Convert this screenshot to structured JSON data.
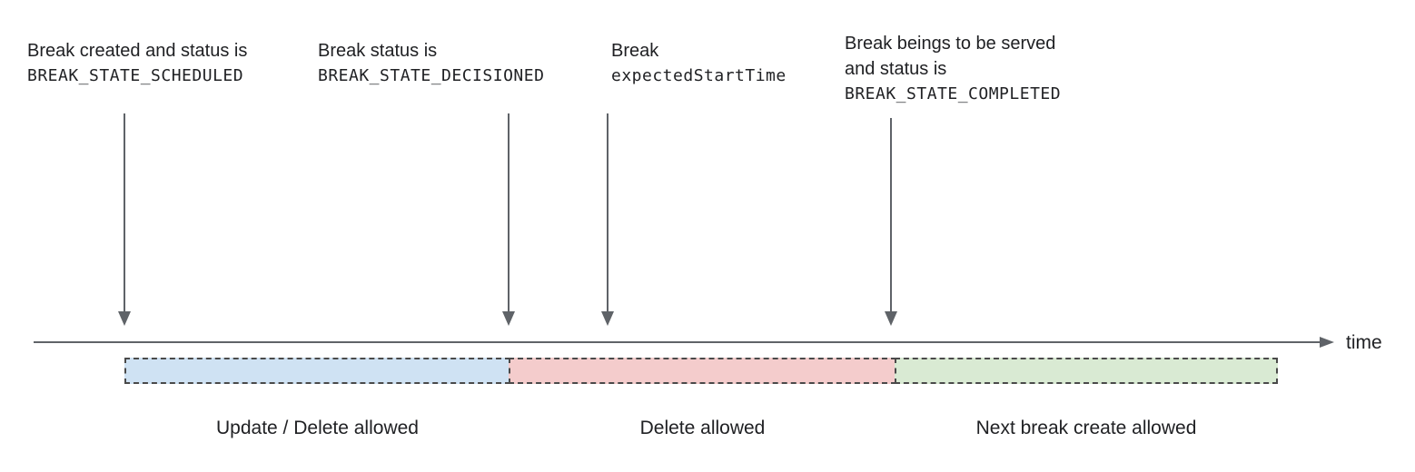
{
  "diagram": {
    "title_hint": "break lifecycle timeline",
    "annotations": [
      {
        "line1": "Break created and status is",
        "code": "BREAK_STATE_SCHEDULED"
      },
      {
        "line1": "Break status is",
        "code": "BREAK_STATE_DECISIONED"
      },
      {
        "line1": "Break",
        "code": "expectedStartTime"
      },
      {
        "line1": "Break beings to be served",
        "line2": "and status is",
        "code": "BREAK_STATE_COMPLETED"
      }
    ],
    "axis": {
      "label": "time"
    },
    "segments": [
      {
        "label": "Update / Delete allowed",
        "fill": "#cfe2f3"
      },
      {
        "label": "Delete allowed",
        "fill": "#f4cccc"
      },
      {
        "label": "Next break create allowed",
        "fill": "#d9ead3"
      }
    ],
    "colors": {
      "line": "#5f6368",
      "bar_border": "#4a4a4a",
      "text": "#202124",
      "background": "#ffffff"
    }
  }
}
